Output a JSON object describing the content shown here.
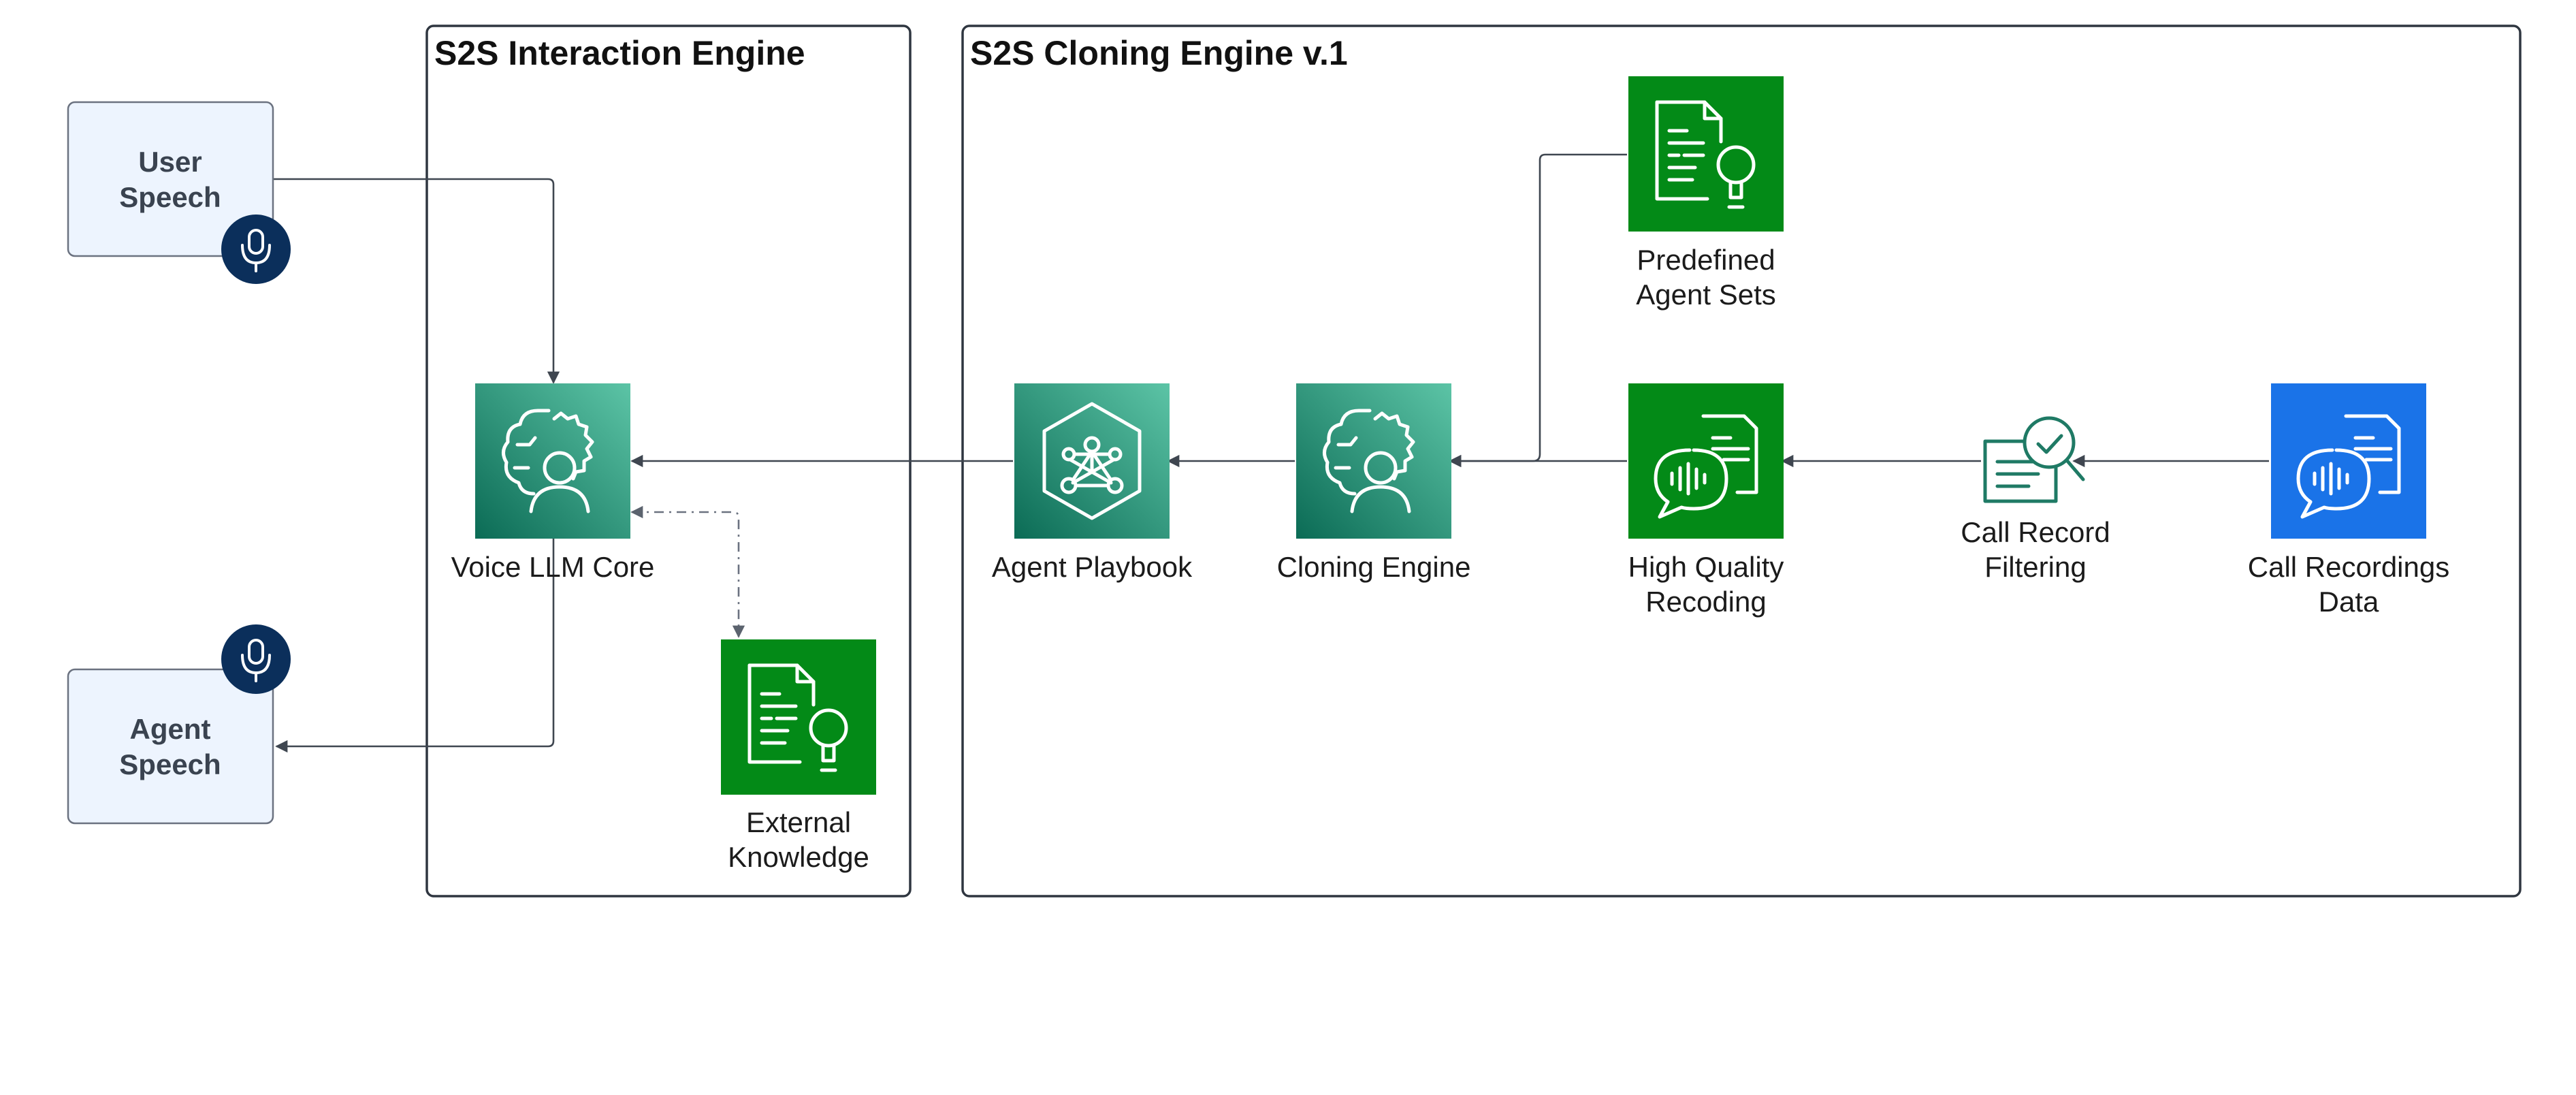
{
  "groups": {
    "interaction": {
      "title": "S2S Interaction Engine"
    },
    "cloning": {
      "title": "S2S Cloning Engine v.1"
    }
  },
  "actors": {
    "user": {
      "line1": "User",
      "line2": "Speech",
      "icon": "microphone-icon"
    },
    "agent": {
      "line1": "Agent",
      "line2": "Speech",
      "icon": "microphone-icon"
    }
  },
  "nodes": {
    "voice_llm_core": {
      "line1": "Voice LLM Core",
      "icon": "ai-brain-gear-person-icon"
    },
    "external_knowledge": {
      "line1": "External",
      "line2": "Knowledge",
      "icon": "document-lightbulb-icon"
    },
    "agent_playbook": {
      "line1": "Agent Playbook",
      "icon": "hexagon-network-icon"
    },
    "cloning_engine": {
      "line1": "Cloning Engine",
      "icon": "ai-brain-gear-person-icon"
    },
    "predefined_agent_sets": {
      "line1": "Predefined",
      "line2": "Agent Sets",
      "icon": "document-lightbulb-icon"
    },
    "high_quality_recording": {
      "line1": "High Quality",
      "line2": "Recoding",
      "icon": "speech-waveform-document-icon"
    },
    "call_record_filtering": {
      "line1": "Call Record",
      "line2": "Filtering",
      "icon": "document-magnifier-check-icon"
    },
    "call_recordings_data": {
      "line1": "Call Recordings",
      "line2": "Data",
      "icon": "speech-waveform-document-icon"
    }
  },
  "colors": {
    "teal_gradient_start": "#5cc4a6",
    "teal_gradient_end": "#0b6b55",
    "green_tile": "#038a17",
    "blue_tile": "#1a73e8",
    "mic_badge": "#0b2f5b",
    "speech_fill": "#edf4fe"
  }
}
